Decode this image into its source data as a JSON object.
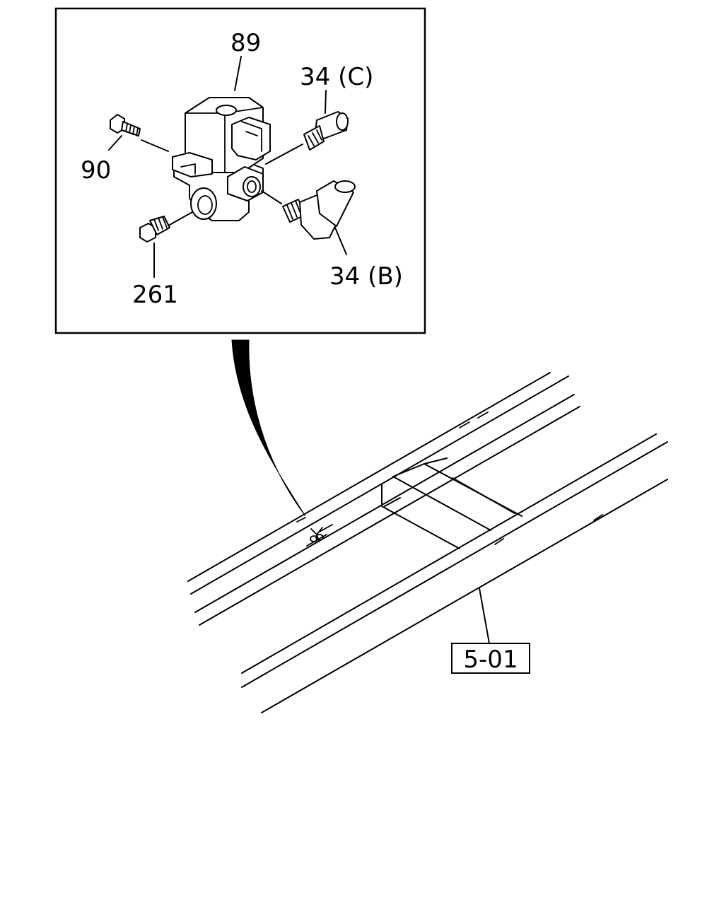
{
  "callouts": {
    "valve": "89",
    "bolt": "90",
    "fitting_c": "34 (C)",
    "fitting_b": "34 (B)",
    "plug": "261",
    "frame_ref": "5-01"
  }
}
